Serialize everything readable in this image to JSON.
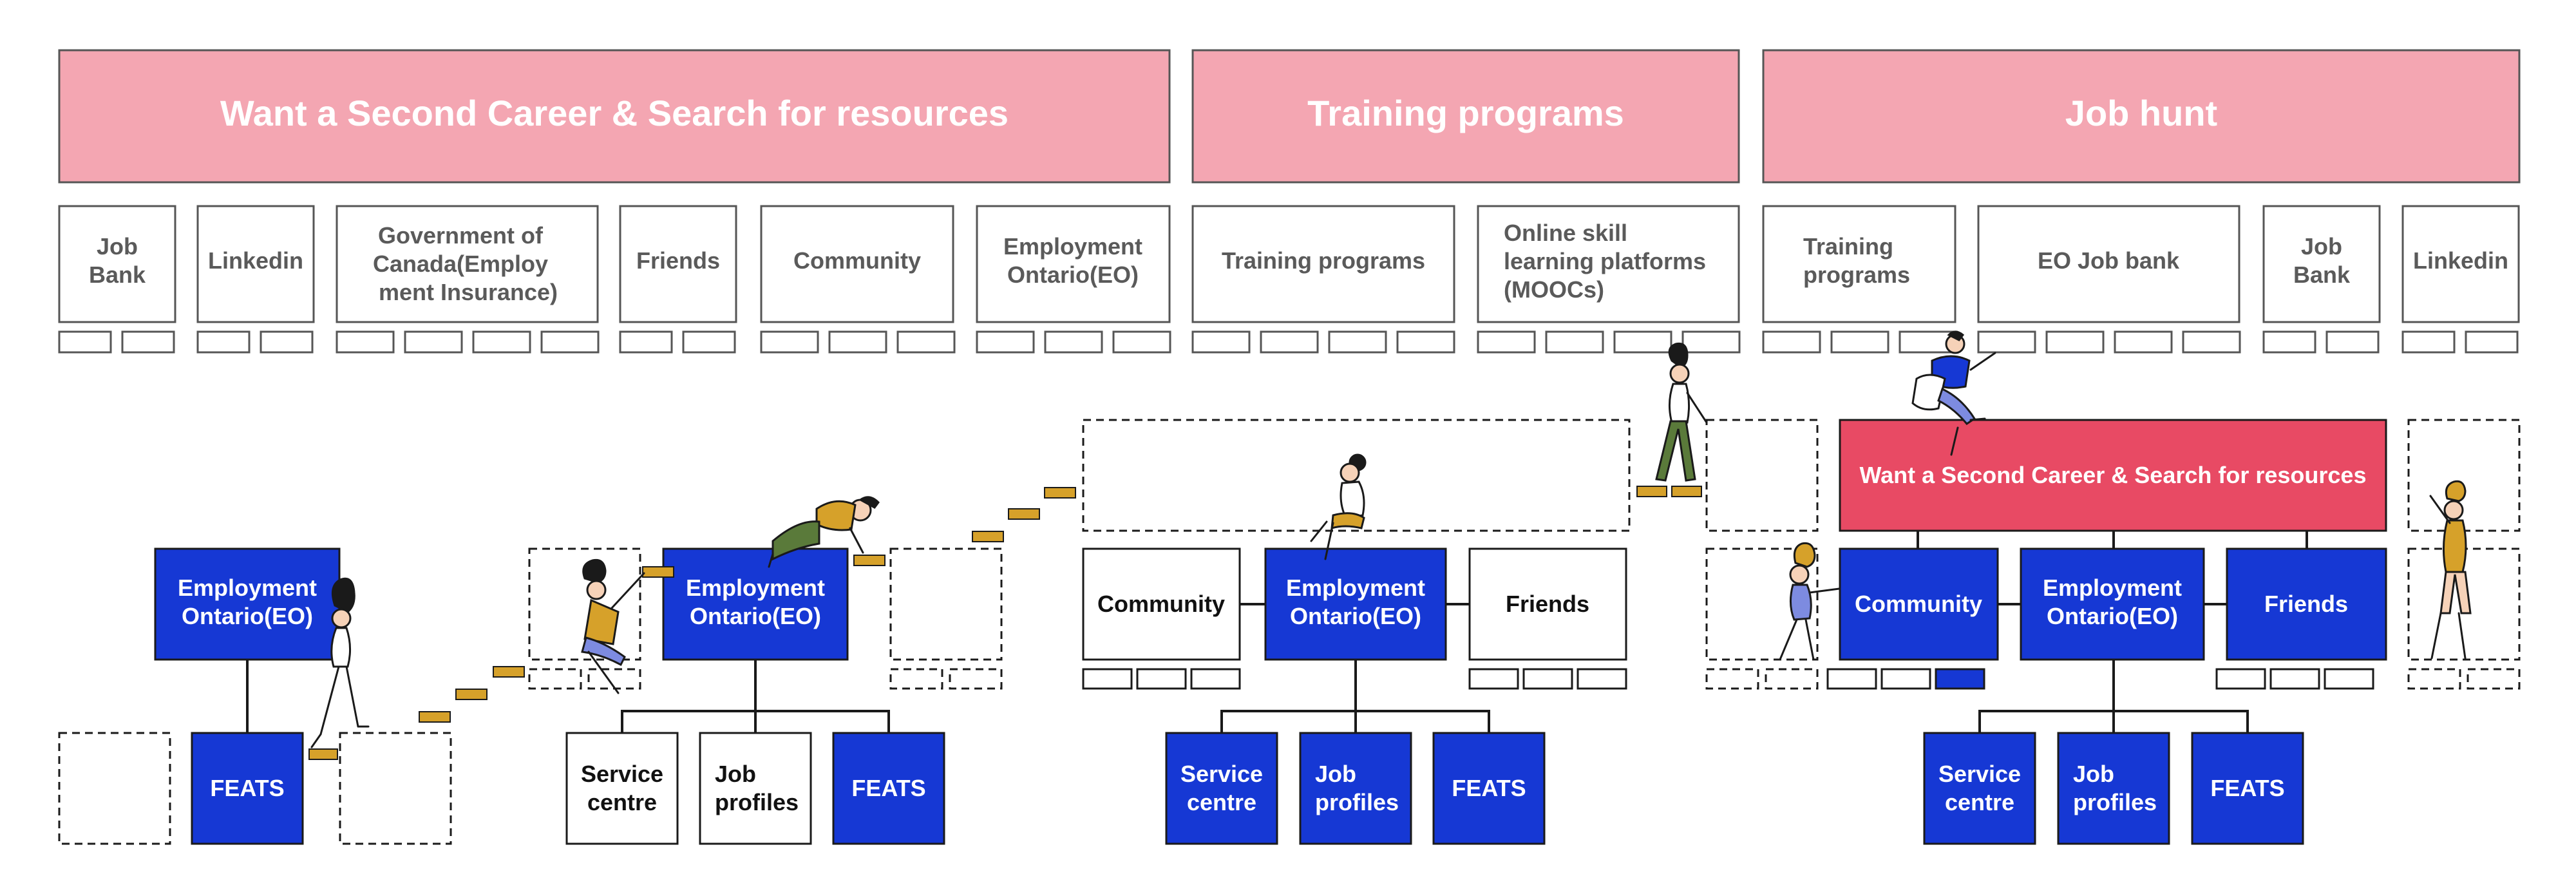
{
  "colors": {
    "phase_header": "#f4a6b2",
    "highlight_box": "#e84a64",
    "node_blue": "#1638d4",
    "node_white": "#ffffff",
    "outline": "#1a1a1a",
    "source_text": "#5a5a5a",
    "step": "#d6a12a"
  },
  "phases": [
    {
      "title": "Want a Second Career & Search for resources",
      "sources": [
        "Job Bank",
        "Linkedin",
        "Government of Canada(Employment Insurance)",
        "Friends",
        "Community",
        "Employment Ontario(EO)"
      ]
    },
    {
      "title": "Training programs",
      "sources": [
        "Training programs",
        "Online skill learning platforms (MOOCs)"
      ]
    },
    {
      "title": "Job hunt",
      "sources": [
        "Training programs",
        "EO Job bank",
        "Job Bank",
        "Linkedin"
      ]
    }
  ],
  "stages": [
    {
      "nodes": [
        {
          "id": "s1-eo",
          "label": "Employment Ontario(EO)",
          "style": "blue"
        },
        {
          "id": "s1-feats",
          "label": "FEATS",
          "style": "blue"
        }
      ]
    },
    {
      "nodes": [
        {
          "id": "s2-eo",
          "label": "Employment Ontario(EO)",
          "style": "blue"
        },
        {
          "id": "s2-service",
          "label": "Service centre",
          "style": "white"
        },
        {
          "id": "s2-profiles",
          "label": "Job profiles",
          "style": "white"
        },
        {
          "id": "s2-feats",
          "label": "FEATS",
          "style": "blue"
        }
      ]
    },
    {
      "nodes": [
        {
          "id": "s3-community",
          "label": "Community",
          "style": "white"
        },
        {
          "id": "s3-eo",
          "label": "Employment Ontario(EO)",
          "style": "blue"
        },
        {
          "id": "s3-friends",
          "label": "Friends",
          "style": "white"
        },
        {
          "id": "s3-service",
          "label": "Service centre",
          "style": "blue"
        },
        {
          "id": "s3-profiles",
          "label": "Job profiles",
          "style": "blue"
        },
        {
          "id": "s3-feats",
          "label": "FEATS",
          "style": "blue"
        }
      ]
    },
    {
      "nodes": [
        {
          "id": "s4-top",
          "label": "Want a Second Career & Search for resources",
          "style": "pink"
        },
        {
          "id": "s4-community",
          "label": "Community",
          "style": "blue"
        },
        {
          "id": "s4-eo",
          "label": "Employment Ontario(EO)",
          "style": "blue"
        },
        {
          "id": "s4-friends",
          "label": "Friends",
          "style": "blue"
        },
        {
          "id": "s4-service",
          "label": "Service centre",
          "style": "blue"
        },
        {
          "id": "s4-profiles",
          "label": "Job profiles",
          "style": "blue"
        },
        {
          "id": "s4-feats",
          "label": "FEATS",
          "style": "blue"
        }
      ]
    }
  ],
  "edges": [
    [
      "s1-eo",
      "s1-feats"
    ],
    [
      "s2-eo",
      "s2-service"
    ],
    [
      "s2-eo",
      "s2-profiles"
    ],
    [
      "s2-eo",
      "s2-feats"
    ],
    [
      "s3-community",
      "s3-eo"
    ],
    [
      "s3-eo",
      "s3-friends"
    ],
    [
      "s3-eo",
      "s3-service"
    ],
    [
      "s3-eo",
      "s3-profiles"
    ],
    [
      "s3-eo",
      "s3-feats"
    ],
    [
      "s4-top",
      "s4-community"
    ],
    [
      "s4-top",
      "s4-eo"
    ],
    [
      "s4-top",
      "s4-friends"
    ],
    [
      "s4-community",
      "s4-eo"
    ],
    [
      "s4-eo",
      "s4-friends"
    ],
    [
      "s4-eo",
      "s4-service"
    ],
    [
      "s4-eo",
      "s4-profiles"
    ],
    [
      "s4-eo",
      "s4-feats"
    ]
  ],
  "people_icons": [
    "person-walking-icon",
    "person-climbing-icon",
    "person-crawling-icon",
    "person-sitting-icon",
    "person-stepping-icon",
    "person-pushing-icon",
    "person-climbing-box-icon",
    "person-waving-icon"
  ]
}
